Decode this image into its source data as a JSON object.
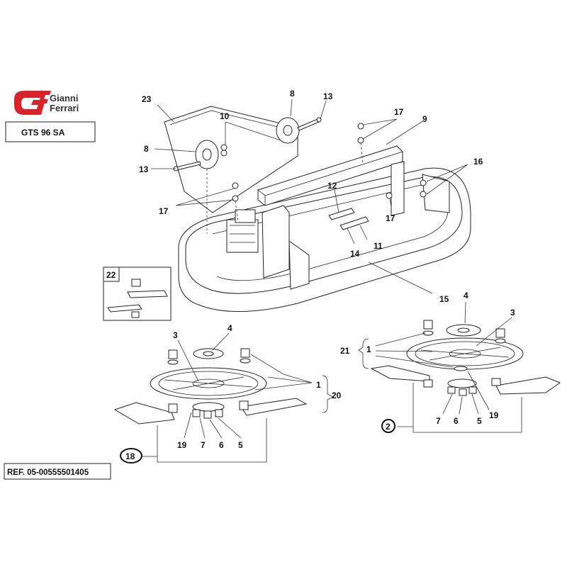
{
  "brand": {
    "logo_letters": "GF",
    "line1": "Gianni",
    "line2": "Ferrari",
    "color": "#d8232a"
  },
  "model": "GTS 96 SA",
  "reference": "REF. 05-00555501405",
  "labels": {
    "p23": "23",
    "p8a": "8",
    "p13a": "13",
    "p10": "10",
    "p17a": "17",
    "p9": "9",
    "p8b": "8",
    "p13b": "13",
    "p16": "16",
    "p12": "12",
    "p17b": "17",
    "p17c": "17",
    "p14": "14",
    "p11": "11",
    "p15": "15",
    "p22": "22",
    "l3": "3",
    "l4": "4",
    "l1": "1",
    "l20": "20",
    "l19": "19",
    "l7": "7",
    "l6": "6",
    "l5": "5",
    "l18": "18",
    "r4": "4",
    "r3": "3",
    "r21": "21",
    "r1": "1",
    "r19": "19",
    "r7": "7",
    "r6": "6",
    "r5": "5",
    "r2": "2"
  }
}
